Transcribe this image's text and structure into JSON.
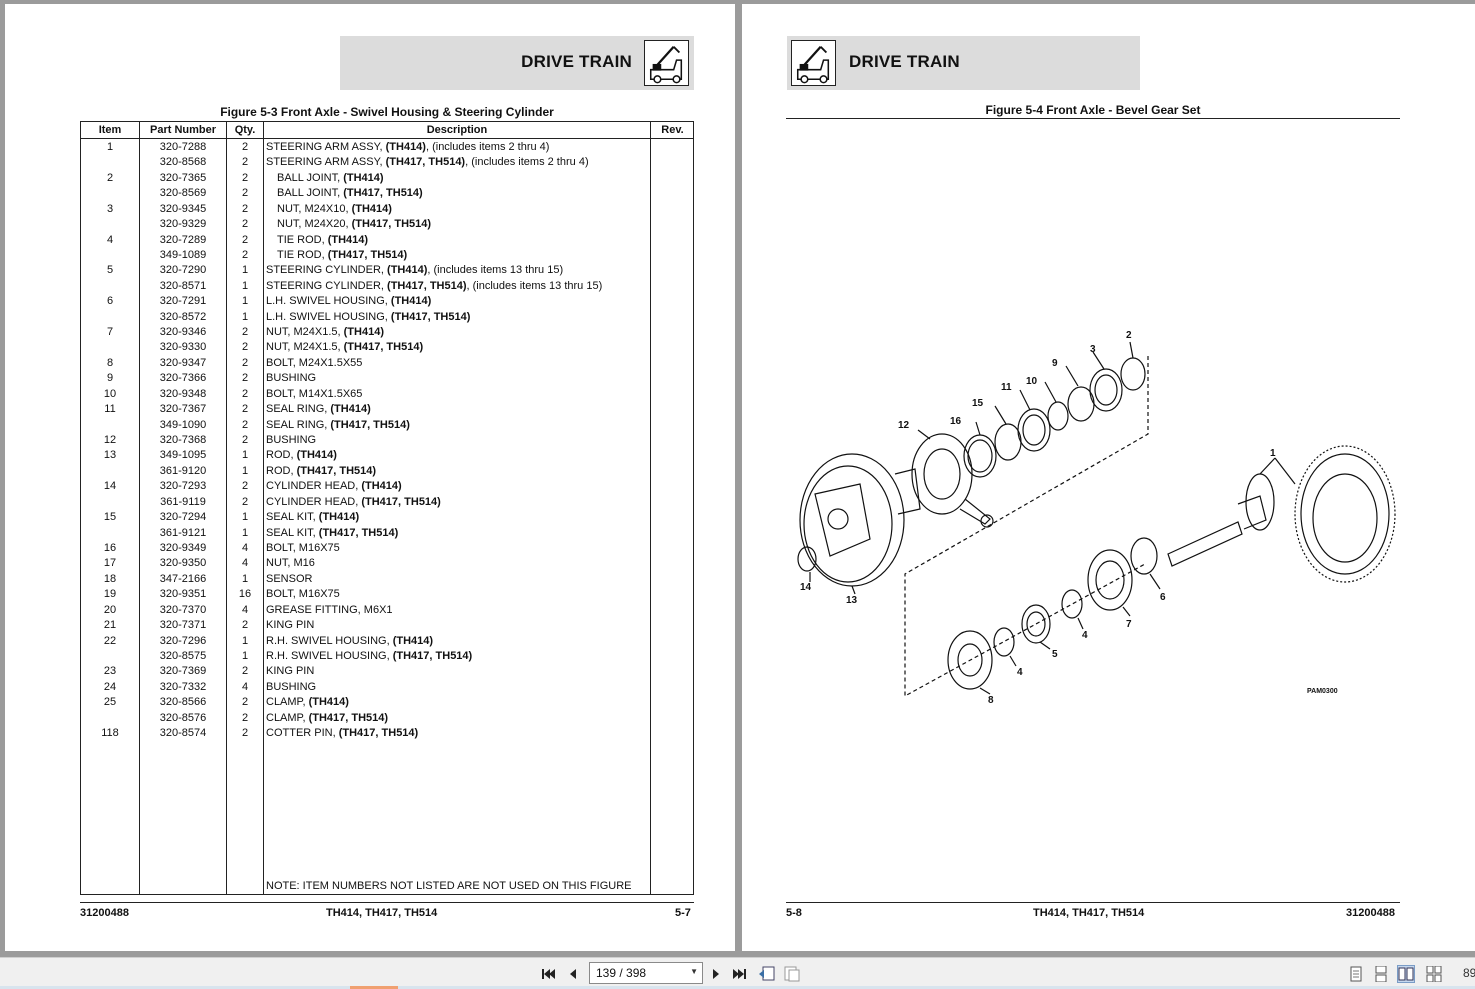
{
  "left_page": {
    "header_title": "DRIVE TRAIN",
    "figure_title": "Figure 5-3 Front Axle - Swivel Housing & Steering Cylinder",
    "columns": {
      "item": "Item",
      "part_number": "Part Number",
      "qty": "Qty.",
      "description": "Description",
      "rev": "Rev."
    },
    "rows": [
      {
        "item": "1",
        "part": "320-7288",
        "qty": "2",
        "desc": "STEERING ARM ASSY, ",
        "bold": "(TH414)",
        "tail": ", (includes items 2 thru 4)",
        "indent": false
      },
      {
        "item": "",
        "part": "320-8568",
        "qty": "2",
        "desc": "STEERING ARM ASSY, ",
        "bold": "(TH417, TH514)",
        "tail": ", (includes items 2 thru 4)",
        "indent": false
      },
      {
        "item": "2",
        "part": "320-7365",
        "qty": "2",
        "desc": "BALL JOINT, ",
        "bold": "(TH414)",
        "tail": "",
        "indent": true
      },
      {
        "item": "",
        "part": "320-8569",
        "qty": "2",
        "desc": "BALL JOINT, ",
        "bold": "(TH417, TH514)",
        "tail": "",
        "indent": true
      },
      {
        "item": "3",
        "part": "320-9345",
        "qty": "2",
        "desc": "NUT, M24X10, ",
        "bold": "(TH414)",
        "tail": "",
        "indent": true
      },
      {
        "item": "",
        "part": "320-9329",
        "qty": "2",
        "desc": "NUT, M24X20, ",
        "bold": "(TH417, TH514)",
        "tail": "",
        "indent": true
      },
      {
        "item": "4",
        "part": "320-7289",
        "qty": "2",
        "desc": "TIE ROD, ",
        "bold": "(TH414)",
        "tail": "",
        "indent": true
      },
      {
        "item": "",
        "part": "349-1089",
        "qty": "2",
        "desc": "TIE ROD, ",
        "bold": "(TH417, TH514)",
        "tail": "",
        "indent": true
      },
      {
        "item": "5",
        "part": "320-7290",
        "qty": "1",
        "desc": "STEERING CYLINDER, ",
        "bold": "(TH414)",
        "tail": ", (includes items 13 thru 15)",
        "indent": false
      },
      {
        "item": "",
        "part": "320-8571",
        "qty": "1",
        "desc": "STEERING CYLINDER, ",
        "bold": "(TH417, TH514)",
        "tail": ", (includes items 13 thru 15)",
        "indent": false
      },
      {
        "item": "6",
        "part": "320-7291",
        "qty": "1",
        "desc": "L.H. SWIVEL HOUSING, ",
        "bold": "(TH414)",
        "tail": "",
        "indent": false
      },
      {
        "item": "",
        "part": "320-8572",
        "qty": "1",
        "desc": "L.H. SWIVEL HOUSING, ",
        "bold": "(TH417, TH514)",
        "tail": "",
        "indent": false
      },
      {
        "item": "7",
        "part": "320-9346",
        "qty": "2",
        "desc": "NUT, M24X1.5, ",
        "bold": "(TH414)",
        "tail": "",
        "indent": false
      },
      {
        "item": "",
        "part": "320-9330",
        "qty": "2",
        "desc": "NUT, M24X1.5, ",
        "bold": "(TH417, TH514)",
        "tail": "",
        "indent": false
      },
      {
        "item": "8",
        "part": "320-9347",
        "qty": "2",
        "desc": "BOLT, M24X1.5X55",
        "bold": "",
        "tail": "",
        "indent": false
      },
      {
        "item": "9",
        "part": "320-7366",
        "qty": "2",
        "desc": "BUSHING",
        "bold": "",
        "tail": "",
        "indent": false
      },
      {
        "item": "10",
        "part": "320-9348",
        "qty": "2",
        "desc": "BOLT, M14X1.5X65",
        "bold": "",
        "tail": "",
        "indent": false
      },
      {
        "item": "11",
        "part": "320-7367",
        "qty": "2",
        "desc": "SEAL RING, ",
        "bold": "(TH414)",
        "tail": "",
        "indent": false
      },
      {
        "item": "",
        "part": "349-1090",
        "qty": "2",
        "desc": "SEAL RING, ",
        "bold": "(TH417, TH514)",
        "tail": "",
        "indent": false
      },
      {
        "item": "12",
        "part": "320-7368",
        "qty": "2",
        "desc": "BUSHING",
        "bold": "",
        "tail": "",
        "indent": false
      },
      {
        "item": "13",
        "part": "349-1095",
        "qty": "1",
        "desc": "ROD, ",
        "bold": "(TH414)",
        "tail": "",
        "indent": false
      },
      {
        "item": "",
        "part": "361-9120",
        "qty": "1",
        "desc": "ROD, ",
        "bold": "(TH417, TH514)",
        "tail": "",
        "indent": false
      },
      {
        "item": "14",
        "part": "320-7293",
        "qty": "2",
        "desc": "CYLINDER HEAD, ",
        "bold": "(TH414)",
        "tail": "",
        "indent": false
      },
      {
        "item": "",
        "part": "361-9119",
        "qty": "2",
        "desc": "CYLINDER HEAD, ",
        "bold": "(TH417, TH514)",
        "tail": "",
        "indent": false
      },
      {
        "item": "15",
        "part": "320-7294",
        "qty": "1",
        "desc": "SEAL KIT, ",
        "bold": "(TH414)",
        "tail": "",
        "indent": false
      },
      {
        "item": "",
        "part": "361-9121",
        "qty": "1",
        "desc": "SEAL KIT, ",
        "bold": "(TH417, TH514)",
        "tail": "",
        "indent": false
      },
      {
        "item": "16",
        "part": "320-9349",
        "qty": "4",
        "desc": "BOLT, M16X75",
        "bold": "",
        "tail": "",
        "indent": false
      },
      {
        "item": "17",
        "part": "320-9350",
        "qty": "4",
        "desc": "NUT, M16",
        "bold": "",
        "tail": "",
        "indent": false
      },
      {
        "item": "18",
        "part": "347-2166",
        "qty": "1",
        "desc": "SENSOR",
        "bold": "",
        "tail": "",
        "indent": false
      },
      {
        "item": "19",
        "part": "320-9351",
        "qty": "16",
        "desc": "BOLT, M16X75",
        "bold": "",
        "tail": "",
        "indent": false
      },
      {
        "item": "20",
        "part": "320-7370",
        "qty": "4",
        "desc": "GREASE FITTING, M6X1",
        "bold": "",
        "tail": "",
        "indent": false
      },
      {
        "item": "21",
        "part": "320-7371",
        "qty": "2",
        "desc": "KING PIN",
        "bold": "",
        "tail": "",
        "indent": false
      },
      {
        "item": "22",
        "part": "320-7296",
        "qty": "1",
        "desc": "R.H. SWIVEL HOUSING, ",
        "bold": "(TH414)",
        "tail": "",
        "indent": false
      },
      {
        "item": "",
        "part": "320-8575",
        "qty": "1",
        "desc": "R.H. SWIVEL HOUSING, ",
        "bold": "(TH417, TH514)",
        "tail": "",
        "indent": false
      },
      {
        "item": "23",
        "part": "320-7369",
        "qty": "2",
        "desc": "KING PIN",
        "bold": "",
        "tail": "",
        "indent": false
      },
      {
        "item": "24",
        "part": "320-7332",
        "qty": "4",
        "desc": "BUSHING",
        "bold": "",
        "tail": "",
        "indent": false
      },
      {
        "item": "25",
        "part": "320-8566",
        "qty": "2",
        "desc": "CLAMP, ",
        "bold": "(TH414)",
        "tail": "",
        "indent": false
      },
      {
        "item": "",
        "part": "320-8576",
        "qty": "2",
        "desc": "CLAMP, ",
        "bold": "(TH417, TH514)",
        "tail": "",
        "indent": false
      },
      {
        "item": "118",
        "part": "320-8574",
        "qty": "2",
        "desc": "COTTER PIN, ",
        "bold": "(TH417, TH514)",
        "tail": "",
        "indent": false
      }
    ],
    "note": "NOTE: ITEM NUMBERS NOT LISTED ARE NOT USED ON THIS FIGURE",
    "footer_left": "31200488",
    "footer_center": "TH414, TH417, TH514",
    "footer_right": "5-7"
  },
  "right_page": {
    "header_title": "DRIVE TRAIN",
    "figure_title": "Figure 5-4 Front Axle - Bevel Gear Set",
    "callouts": [
      "1",
      "2",
      "3",
      "4",
      "4",
      "5",
      "6",
      "7",
      "8",
      "9",
      "10",
      "11",
      "12",
      "13",
      "14",
      "15",
      "16"
    ],
    "drawing_code": "PAM0300",
    "footer_left": "5-8",
    "footer_center": "TH414, TH417, TH514",
    "footer_right": "31200488"
  },
  "toolbar": {
    "page_indicator": "139 / 398",
    "zoom_partial": "89",
    "icons": [
      "first-page-icon",
      "previous-page-icon",
      "next-page-icon",
      "last-page-icon",
      "previous-view-icon",
      "next-view-icon",
      "single-page-icon",
      "continuous-icon",
      "two-page-icon",
      "two-page-continuous-icon"
    ]
  }
}
